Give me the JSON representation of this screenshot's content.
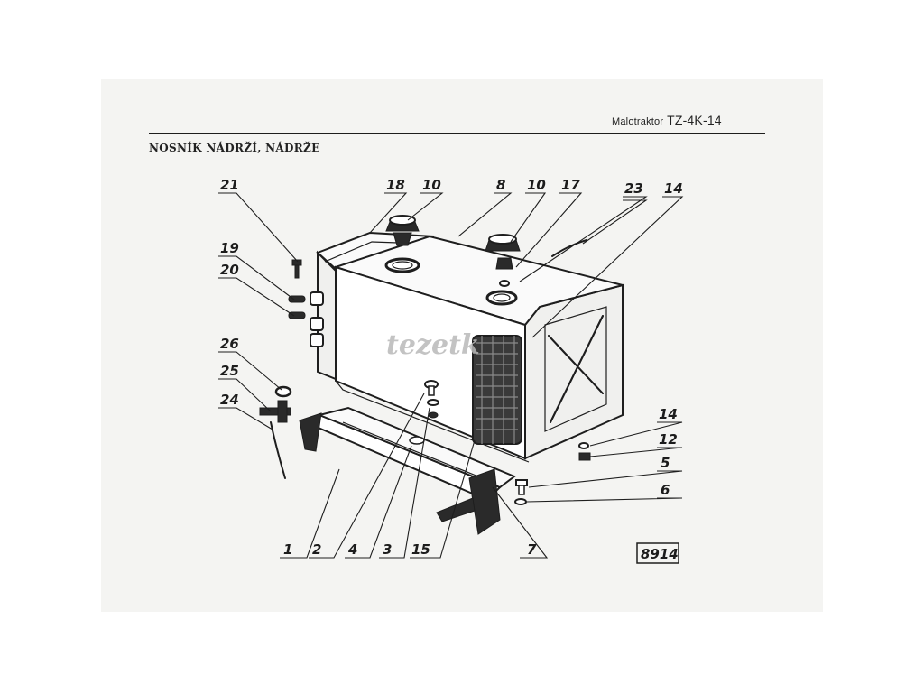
{
  "header": {
    "title_main": "Malotraktor",
    "title_model": "TZ-4K-14"
  },
  "section_title": "NOSNÍK NÁDRŽÍ, NÁDRŽE",
  "watermark": "tezetk",
  "drawing_code": "8914",
  "callouts": {
    "c21": "21",
    "c18": "18",
    "c10a": "10",
    "c8": "8",
    "c10b": "10",
    "c17": "17",
    "c23": "23",
    "c14a": "14",
    "c19": "19",
    "c20": "20",
    "c26": "26",
    "c25": "25",
    "c24": "24",
    "c14b": "14",
    "c12": "12",
    "c5": "5",
    "c6": "6",
    "c1": "1",
    "c2": "2",
    "c4": "4",
    "c3": "3",
    "c15": "15",
    "c7": "7"
  },
  "colors": {
    "ink": "#1e1e1e",
    "paper": "#f4f4f2",
    "watermark": "#b9b9b9"
  }
}
